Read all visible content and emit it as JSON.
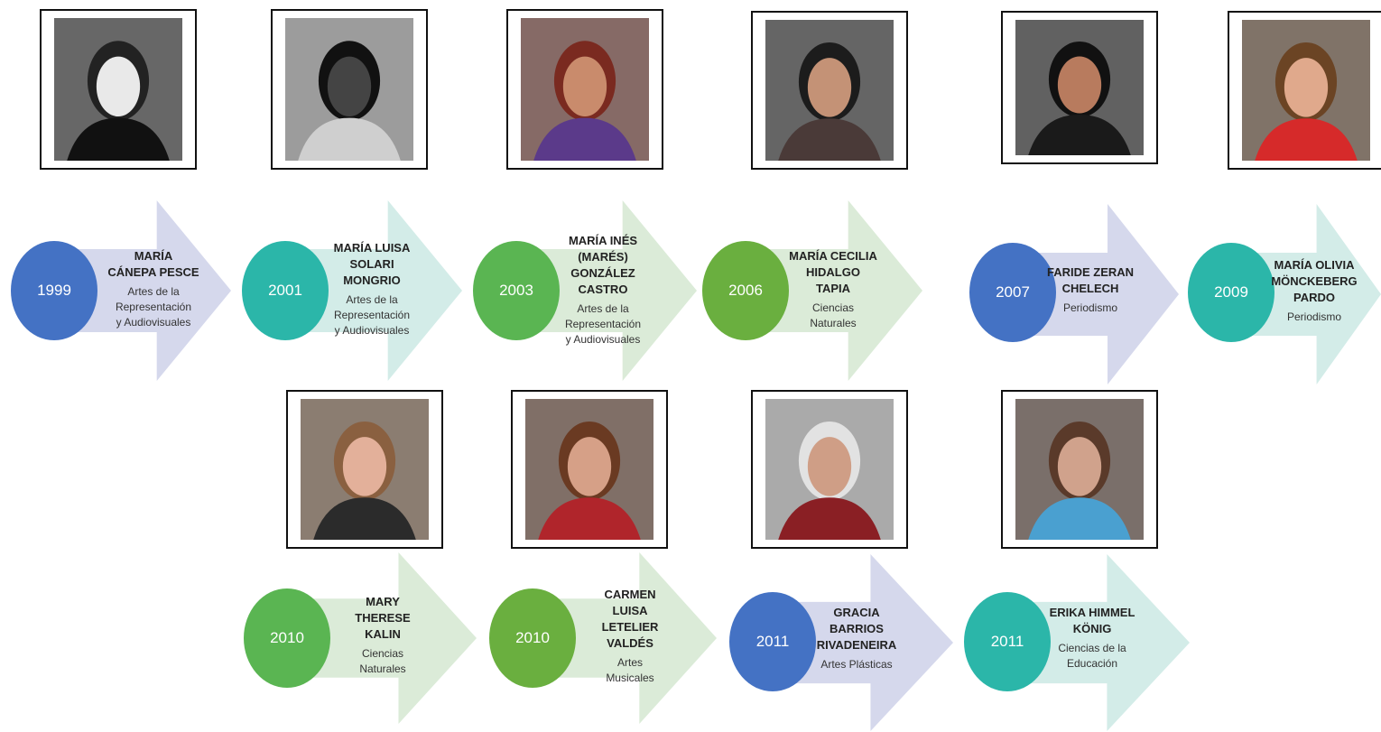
{
  "colors": {
    "blue": "#4472C4",
    "teal": "#2BB6A9",
    "green": "#5AB552",
    "lime": "#6AAF3F",
    "arrow_lavender": "#D5D8EC",
    "arrow_mint": "#D3ECE8",
    "arrow_pale_green": "#DBEBD8"
  },
  "entries": [
    {
      "year": "1999",
      "name_lines": [
        "MARÍA",
        "CÁNEPA PESCE"
      ],
      "field_lines": [
        "Artes de la",
        "Representación",
        "y Audiovisuales"
      ],
      "photo_icon": "portrait-bw-woman-icon"
    },
    {
      "year": "2001",
      "name_lines": [
        "MARÍA LUISA",
        "SOLARI",
        "MONGRIO"
      ],
      "field_lines": [
        "Artes de la",
        "Representación",
        "y Audiovisuales"
      ],
      "photo_icon": "dancer-bw-icon"
    },
    {
      "year": "2003",
      "name_lines": [
        "MARÍA INÉS",
        "(MARÉS)",
        "GONZÁLEZ",
        "CASTRO"
      ],
      "field_lines": [
        "Artes de la",
        "Representación",
        "y Audiovisuales"
      ],
      "photo_icon": "portrait-woman-icon"
    },
    {
      "year": "2006",
      "name_lines": [
        "MARÍA CECILIA",
        "HIDALGO",
        "TAPIA"
      ],
      "field_lines": [
        "Ciencias",
        "Naturales"
      ],
      "photo_icon": "portrait-woman-icon"
    },
    {
      "year": "2007",
      "name_lines": [
        "FARIDE ZERAN",
        "CHELECH"
      ],
      "field_lines": [
        "Periodismo"
      ],
      "photo_icon": "portrait-woman-icon"
    },
    {
      "year": "2009",
      "name_lines": [
        "MARÍA OLIVIA",
        "MÖNCKEBERG",
        "PARDO"
      ],
      "field_lines": [
        "Periodismo"
      ],
      "photo_icon": "portrait-woman-icon"
    },
    {
      "year": "2010",
      "name_lines": [
        "MARY",
        "THERESE",
        "KALIN"
      ],
      "field_lines": [
        "Ciencias",
        "Naturales"
      ],
      "photo_icon": "portrait-woman-icon"
    },
    {
      "year": "2010",
      "name_lines": [
        "CARMEN",
        "LUISA",
        "LETELIER",
        "VALDÉS"
      ],
      "field_lines": [
        "Artes",
        "Musicales"
      ],
      "photo_icon": "portrait-woman-icon"
    },
    {
      "year": "2011",
      "name_lines": [
        "GRACIA",
        "BARRIOS",
        "RIVADENEIRA"
      ],
      "field_lines": [
        "Artes Plásticas"
      ],
      "photo_icon": "portrait-woman-icon"
    },
    {
      "year": "2011",
      "name_lines": [
        "ERIKA HIMMEL",
        "KÖNIG"
      ],
      "field_lines": [
        "Ciencias de la",
        "Educación"
      ],
      "photo_icon": "portrait-woman-icon"
    }
  ]
}
